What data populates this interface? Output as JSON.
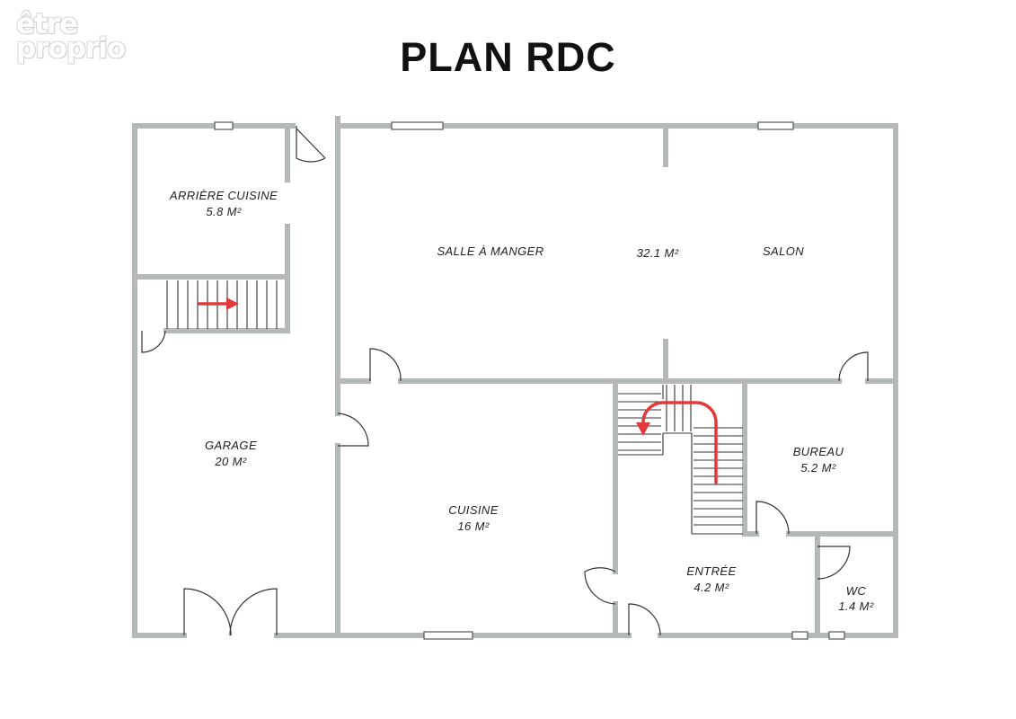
{
  "logo": {
    "line1": "être",
    "line2": "proprio"
  },
  "title": "PLAN RDC",
  "rooms": {
    "arriere_cuisine": {
      "name": "ARRIÈRE CUISINE",
      "area": "5.8 M²"
    },
    "salle_a_manger": {
      "name": "SALLE À MANGER"
    },
    "sejour": {
      "area": "32.1 M²"
    },
    "salon": {
      "name": "SALON"
    },
    "garage": {
      "name": "GARAGE",
      "area": "20 M²"
    },
    "cuisine": {
      "name": "CUISINE",
      "area": "16 M²"
    },
    "bureau": {
      "name": "BUREAU",
      "area": "5.2 M²"
    },
    "entree": {
      "name": "ENTRÉE",
      "area": "4.2 M²"
    },
    "wc": {
      "name": "WC",
      "area": "1.4 M²"
    }
  },
  "colors": {
    "walls": "#b4b8b6",
    "arrows": "#e23a3a",
    "text": "#222222"
  }
}
